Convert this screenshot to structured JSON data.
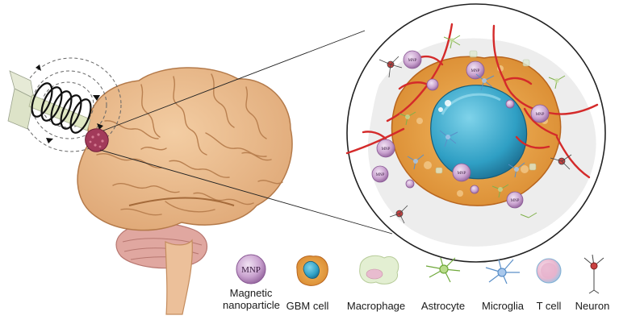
{
  "mnp_marker": "MNP",
  "legend": [
    {
      "key": "mnp",
      "label_line1": "Magnetic",
      "label_line2": "nanoparticle"
    },
    {
      "key": "gbm",
      "label": "GBM cell"
    },
    {
      "key": "macrophage",
      "label": "Macrophage"
    },
    {
      "key": "astrocyte",
      "label": "Astrocyte"
    },
    {
      "key": "microglia",
      "label": "Microglia"
    },
    {
      "key": "tcell",
      "label": "T cell"
    },
    {
      "key": "neuron",
      "label": "Neuron"
    }
  ],
  "colors": {
    "brain": "#e9b98a",
    "brain_dark": "#c98d5c",
    "tumor_site": "#a23a5a",
    "gbm_cytoplasm": "#e8a040",
    "gbm_nucleus": "#2f9fc4",
    "mnp": "#c9a2cf",
    "vessel": "#d42a2a",
    "coil": "#1a1a1a"
  }
}
